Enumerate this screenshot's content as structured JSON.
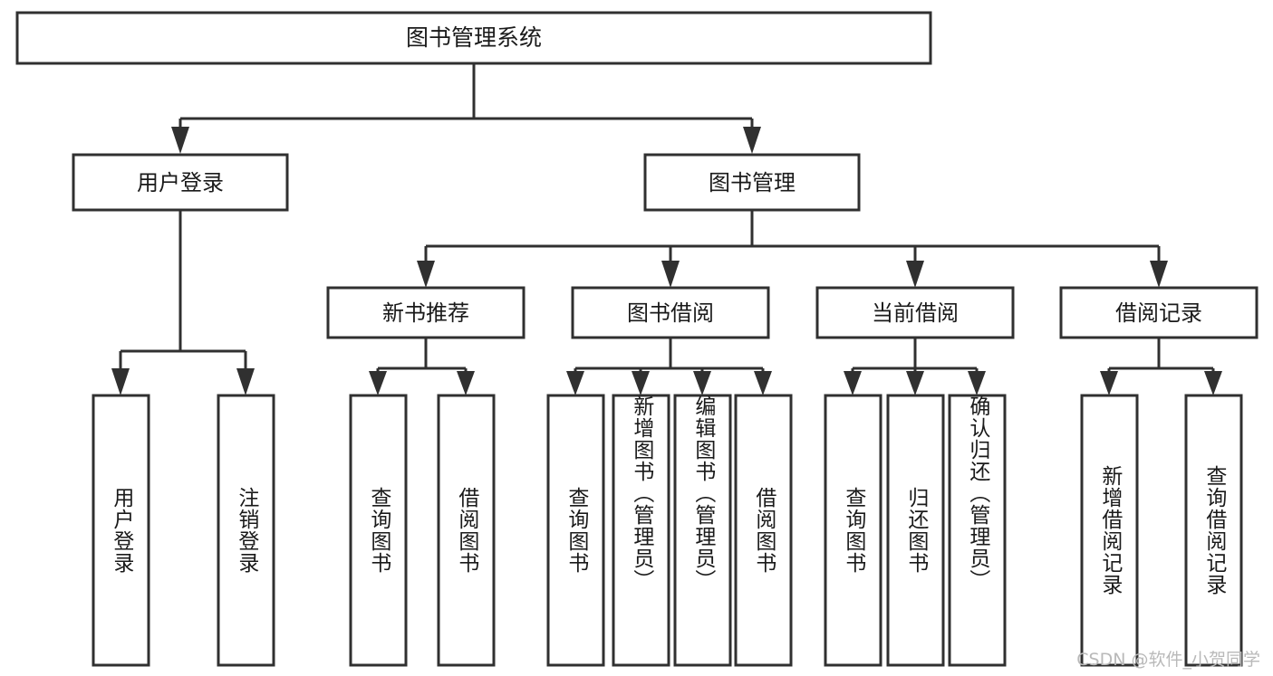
{
  "diagram": {
    "type": "tree-hierarchy",
    "title": "图书管理系统",
    "root": {
      "id": "root",
      "label": "图书管理系统"
    },
    "level2": [
      {
        "id": "user-login",
        "label": "用户登录"
      },
      {
        "id": "book-manage",
        "label": "图书管理"
      }
    ],
    "level3": [
      {
        "id": "new-book-rec",
        "label": "新书推荐",
        "parent": "book-manage"
      },
      {
        "id": "book-borrow",
        "label": "图书借阅",
        "parent": "book-manage"
      },
      {
        "id": "current-borrow",
        "label": "当前借阅",
        "parent": "book-manage"
      },
      {
        "id": "borrow-record",
        "label": "借阅记录",
        "parent": "book-manage"
      }
    ],
    "leaves": [
      {
        "id": "leaf-user-login",
        "label": "用户登录",
        "parent": "user-login"
      },
      {
        "id": "leaf-logout",
        "label": "注销登录",
        "parent": "user-login"
      },
      {
        "id": "leaf-query-book-1",
        "label": "查询图书",
        "parent": "new-book-rec"
      },
      {
        "id": "leaf-borrow-book-1",
        "label": "借阅图书",
        "parent": "new-book-rec"
      },
      {
        "id": "leaf-query-book-2",
        "label": "查询图书",
        "parent": "book-borrow"
      },
      {
        "id": "leaf-add-book",
        "label": "新增图书（管理员）",
        "parent": "book-borrow"
      },
      {
        "id": "leaf-edit-book",
        "label": "编辑图书（管理员）",
        "parent": "book-borrow"
      },
      {
        "id": "leaf-borrow-book-2",
        "label": "借阅图书",
        "parent": "book-borrow"
      },
      {
        "id": "leaf-query-book-3",
        "label": "查询图书",
        "parent": "current-borrow"
      },
      {
        "id": "leaf-return-book",
        "label": "归还图书",
        "parent": "current-borrow"
      },
      {
        "id": "leaf-confirm-return",
        "label": "确认归还（管理员）",
        "parent": "current-borrow"
      },
      {
        "id": "leaf-add-record",
        "label": "新增借阅记录",
        "parent": "borrow-record"
      },
      {
        "id": "leaf-query-record",
        "label": "查询借阅记录",
        "parent": "borrow-record"
      }
    ],
    "colors": {
      "stroke": "#303030",
      "fill": "#ffffff",
      "text": "#1a1a1a",
      "watermark": "#b9b9b9"
    }
  },
  "watermark": {
    "text": "CSDN @软件_小贺同学"
  }
}
